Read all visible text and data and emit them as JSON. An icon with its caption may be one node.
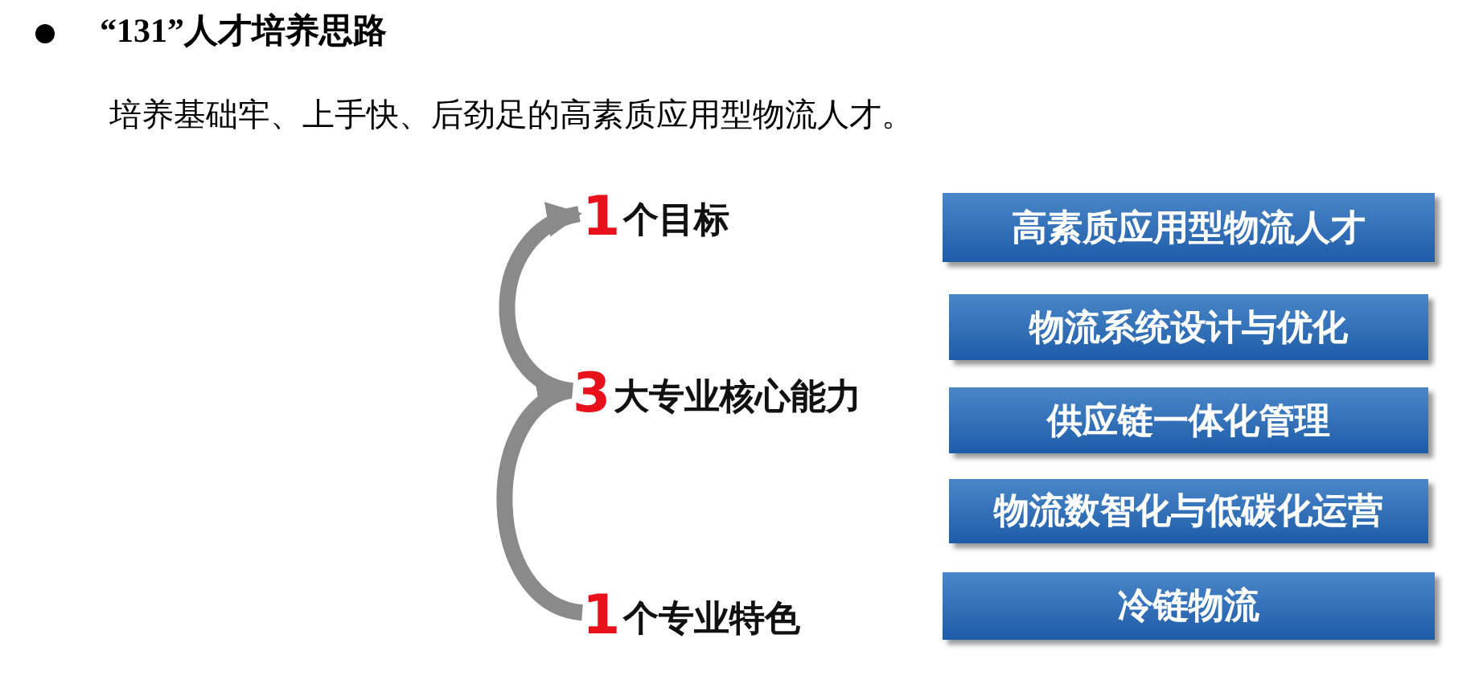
{
  "diagram": {
    "title": "“131”人才培养思路",
    "nodes": [
      {
        "text": [
          "1个目标"
        ]
      },
      {
        "text": [
          "3大专业核心能力"
        ]
      },
      {
        "text": [
          "1个专业特色"
        ]
      },
      {
        "text": [
          "高素质应用型物流人才"
        ]
      },
      {
        "text": [
          "物流系统设计与优化"
        ]
      },
      {
        "text": [
          "供应链一体化管理"
        ]
      },
      {
        "text": [
          "物流数智化与低碳化运营"
        ]
      },
      {
        "text": [
          "冷链物流"
        ]
      }
    ],
    "edges": [
      {
        "from": 1,
        "to": 0,
        "arrow": "to"
      },
      {
        "from": 2,
        "to": 1,
        "arrow": "to"
      }
    ],
    "labels": [
      "培养基础牢、上手快、后劲足的高素质应用型物流人才。"
    ]
  }
}
